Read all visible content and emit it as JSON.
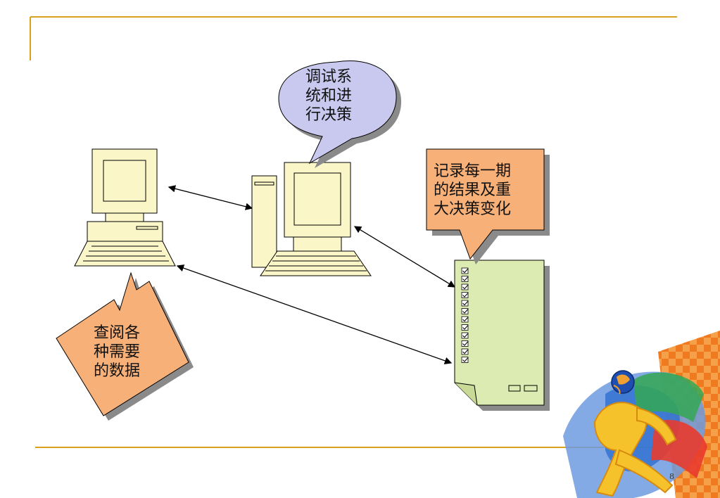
{
  "slide": {
    "page_number": "8",
    "accent_color": "#d9a21b"
  },
  "callouts": {
    "debug": "调试系\n统和进\n行决策",
    "record": "记录每一期\n的结果及重\n大决策变化",
    "lookup": "查阅各\n种需要\n的数据"
  },
  "colors": {
    "callout_purple": "#c9c9ef",
    "callout_orange": "#f7b077",
    "computer_fill": "#fbf6c8",
    "document_fill": "#dcebb1"
  },
  "icons": [
    "computer-left-icon",
    "computer-center-icon",
    "document-icon",
    "checkbox-icon",
    "runner-clipart-icon"
  ]
}
